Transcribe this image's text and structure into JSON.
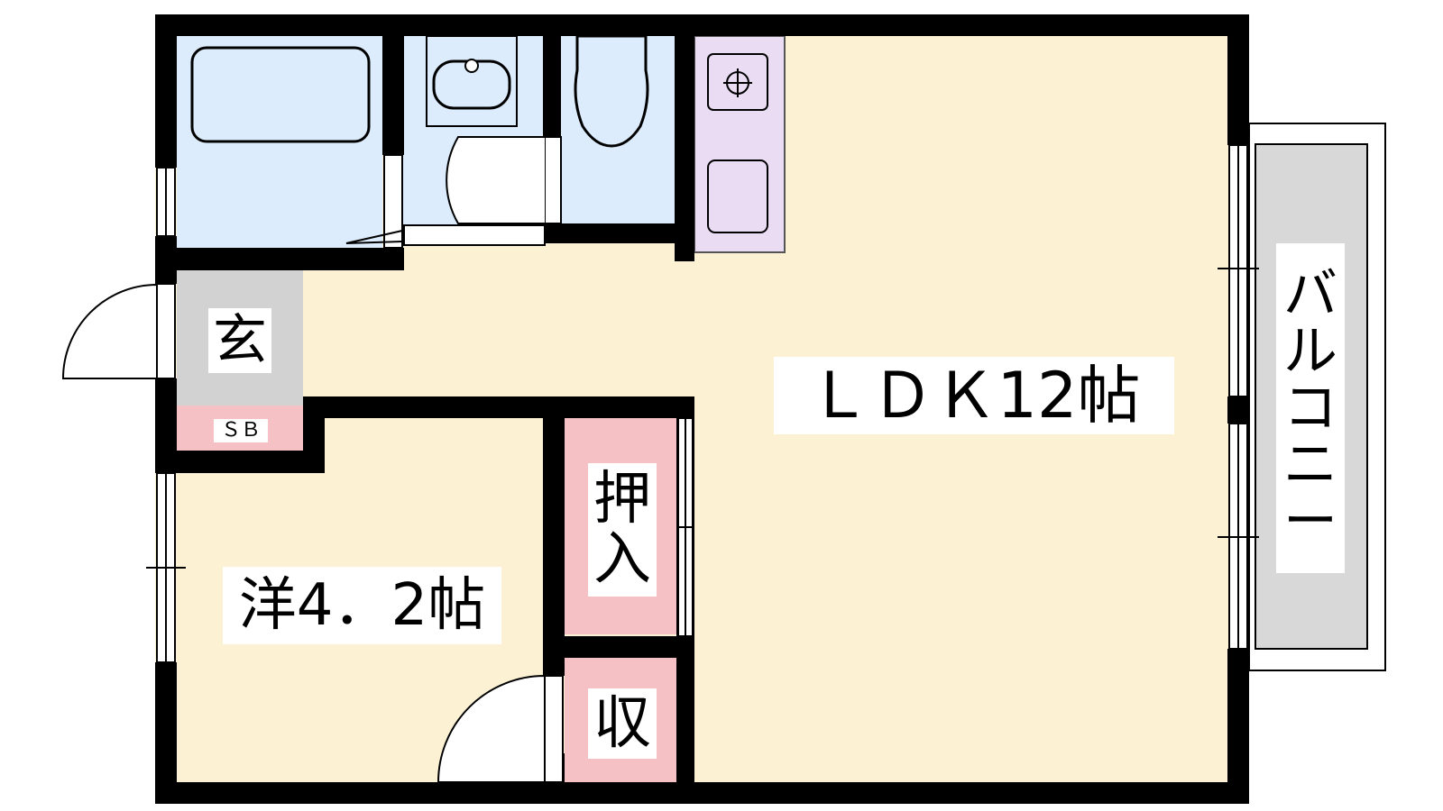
{
  "rooms": {
    "ldk": "ＬＤＫ12帖",
    "western": "洋4．2帖",
    "entrance": "玄",
    "shoe_box": "ＳＢ",
    "closet": [
      "押",
      "入"
    ],
    "storage": "収",
    "balcony": [
      "バ",
      "ル",
      "コ",
      "ニ",
      "ー"
    ]
  },
  "colors": {
    "wall": "#000000",
    "living_floor": "#fdf1d4",
    "wet_area": "#dcecfd",
    "kitchen": "#e9dcf3",
    "entrance_floor": "#d2d2d2",
    "storage_floor": "#f6c1c5",
    "balcony_floor": "#d8d8d8"
  }
}
